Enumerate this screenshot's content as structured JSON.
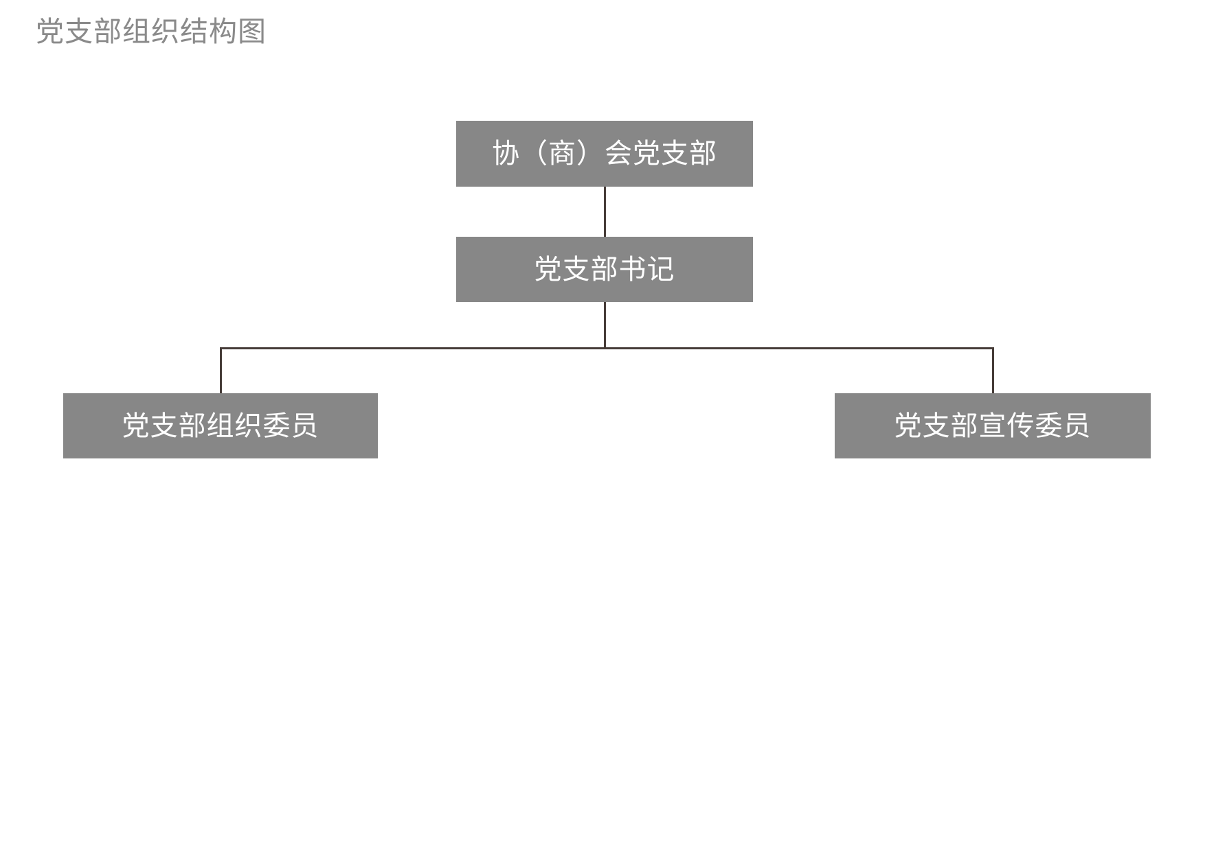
{
  "page": {
    "title": "党支部组织结构图",
    "background_color": "#ffffff",
    "title_color": "#8a8a8a"
  },
  "theme": {
    "node_fill": "#878787",
    "node_text_color": "#ffffff",
    "connector_color": "#463c38"
  },
  "chart_data": {
    "type": "diagram",
    "diagram_type": "organization-chart",
    "title": "党支部组织结构图",
    "orientation": "top-down",
    "nodes": [
      {
        "id": "root",
        "label": "协（商）会党支部",
        "level": 0,
        "parent": null
      },
      {
        "id": "secretary",
        "label": "党支部书记",
        "level": 1,
        "parent": "root"
      },
      {
        "id": "org",
        "label": "党支部组织委员",
        "level": 2,
        "parent": "secretary"
      },
      {
        "id": "pub",
        "label": "党支部宣传委员",
        "level": 2,
        "parent": "secretary"
      }
    ],
    "edges": [
      {
        "from": "root",
        "to": "secretary"
      },
      {
        "from": "secretary",
        "to": "org"
      },
      {
        "from": "secretary",
        "to": "pub"
      }
    ]
  }
}
